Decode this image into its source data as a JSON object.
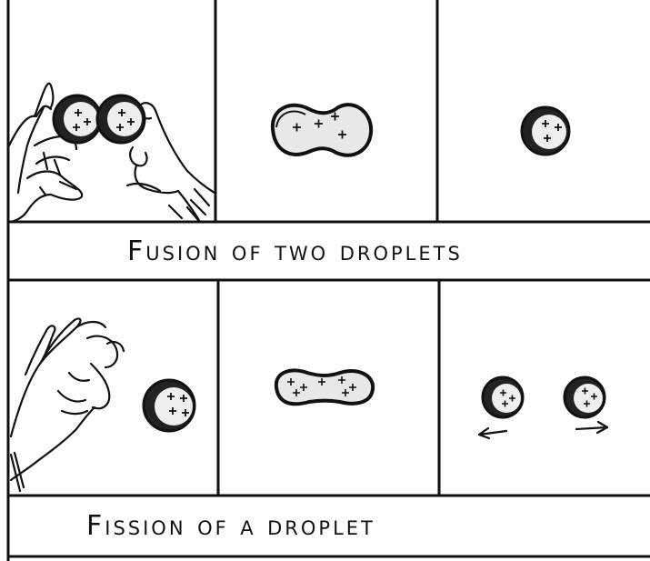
{
  "diagram": {
    "rows": [
      {
        "id": "fusion",
        "caption": "Fusion of two droplets"
      },
      {
        "id": "fission",
        "caption": "Fission of a droplet"
      }
    ],
    "colors": {
      "ink": "#111111",
      "droplet_fill": "#2a2a2a",
      "paper": "#ffffff"
    }
  }
}
